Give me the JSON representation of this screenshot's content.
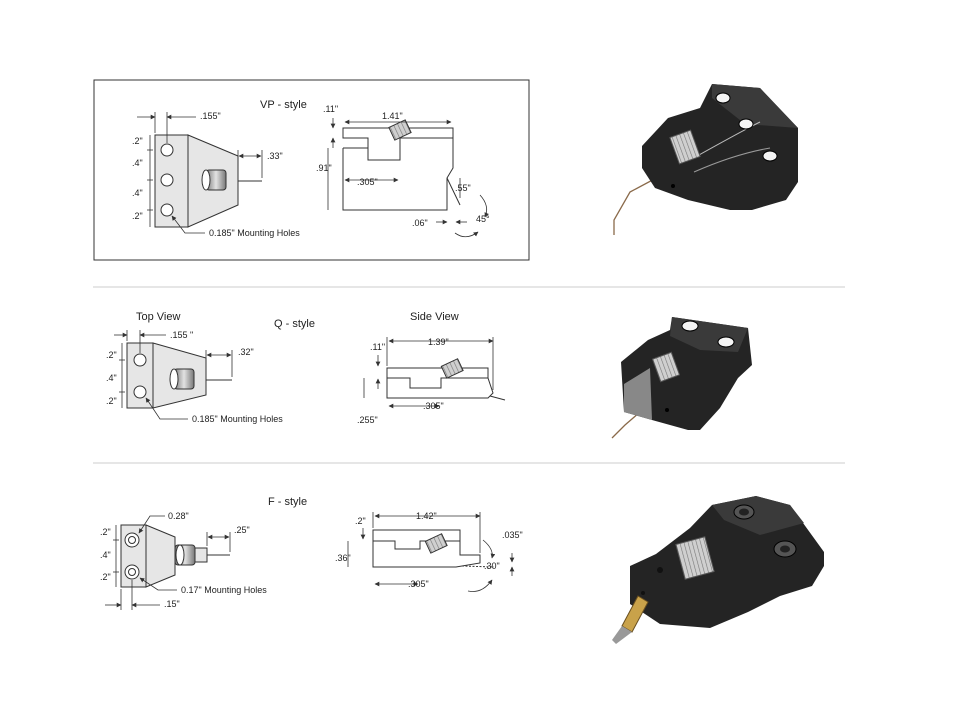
{
  "sections": [
    {
      "style_title": "VP - style",
      "front": {
        "d1": ".155\"",
        "d2": ".33\"",
        "s1": ".2\"",
        "s2": ".4\"",
        "s3": ".4\"",
        "s4": ".2\"",
        "holes": "0.185\" Mounting Holes"
      },
      "side": {
        "d_11": ".11\"",
        "d_141": "1.41\"",
        "d_91": ".91\"",
        "d_305": ".305\"",
        "d_55": ".55\"",
        "d_06": ".06\"",
        "d_45": "45°"
      }
    },
    {
      "style_title": "Q - style",
      "top_view_title": "Top View",
      "side_view_title": "Side View",
      "front": {
        "d1": ".155 \"",
        "d2": ".32\"",
        "s1": ".2\"",
        "s2": ".4\"",
        "s3": ".2\"",
        "holes": "0.185\" Mounting Holes"
      },
      "side": {
        "d_11": ".11\"",
        "d_139": "1.39\"",
        "d_305": ".305\"",
        "d_255": ".255\""
      }
    },
    {
      "style_title": "F - style",
      "front": {
        "d_028": "0.28\"",
        "d_25": ".25\"",
        "s1": ".2\"",
        "s2": ".4\"",
        "s3": ".2\"",
        "d_15": ".15\"",
        "holes": "0.17\" Mounting Holes"
      },
      "side": {
        "d_2": ".2\"",
        "d_142": "1.42\"",
        "d_035": ".035\"",
        "d_36": ".36\"",
        "d_30": ".30\"",
        "d_305": ".305\""
      }
    }
  ],
  "photos": [
    "vp-style-probe-holder",
    "q-style-probe-holder",
    "f-style-probe-holder"
  ],
  "colors": {
    "border": "#333333",
    "divider": "#cccccc",
    "part_fill": "#e6e6e6",
    "block_dark": "#242424",
    "block_mid": "#3a3a3a",
    "thread": "#b8b8b8",
    "wire": "#8a6a4a"
  }
}
